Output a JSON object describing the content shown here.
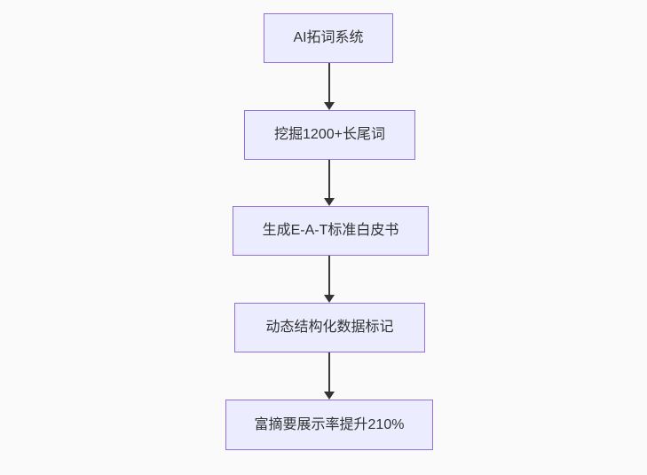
{
  "diagram": {
    "type": "flowchart",
    "direction": "top-down",
    "nodes": [
      {
        "id": "A",
        "label": "AI拓词系统"
      },
      {
        "id": "B",
        "label": "挖掘1200+长尾词"
      },
      {
        "id": "C",
        "label": "生成E-A-T标准白皮书"
      },
      {
        "id": "D",
        "label": "动态结构化数据标记"
      },
      {
        "id": "E",
        "label": "富摘要展示率提升210%"
      }
    ],
    "edges": [
      {
        "from": "A",
        "to": "B"
      },
      {
        "from": "B",
        "to": "C"
      },
      {
        "from": "C",
        "to": "D"
      },
      {
        "from": "D",
        "to": "E"
      }
    ],
    "colors": {
      "node_fill": "#ececff",
      "node_border": "#9370db",
      "node_text": "#333333",
      "arrow": "#333333",
      "background": "#fafafa"
    }
  }
}
